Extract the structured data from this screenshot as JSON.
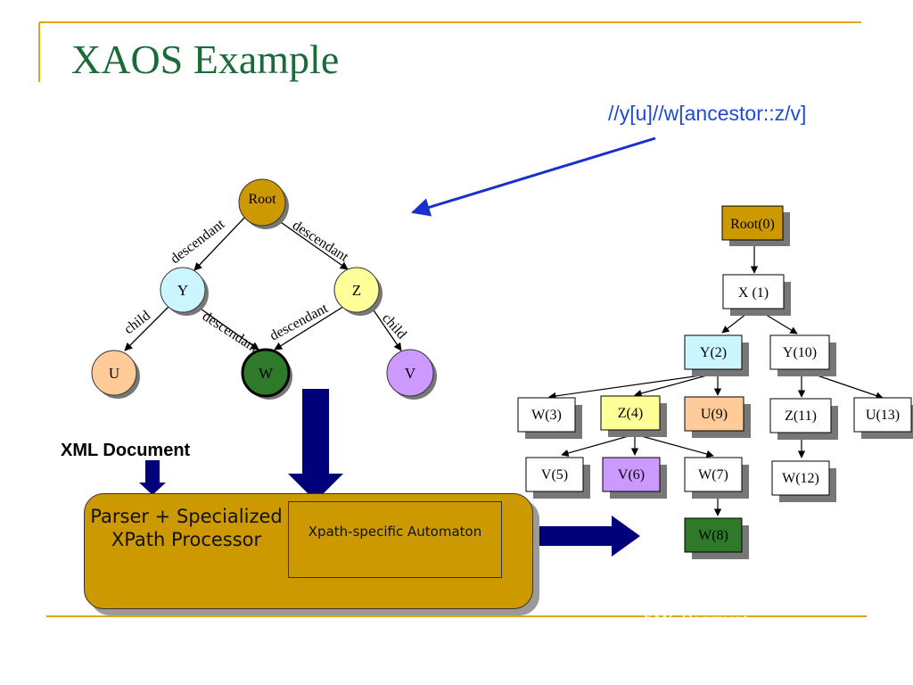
{
  "slide": {
    "title": "XAOS Example",
    "query": "//y[u]//w[ancestor::z/v]",
    "xml_document_label": "XML Document",
    "processor_label": "Parser + Specialized XPath Processor",
    "automaton_label": "Xpath-specific Automaton",
    "faded_footer_text": "XML Document"
  },
  "colors": {
    "title": "#1b6b3a",
    "query": "#1f49d6",
    "gold": "#cc9900",
    "navy": "#00007a",
    "rule": "#e0a800"
  },
  "query_tree": {
    "nodes": {
      "root": "Root",
      "y": "Y",
      "z": "Z",
      "u": "U",
      "w": "W",
      "v": "V"
    },
    "edges": {
      "root_y": "descendant",
      "root_z": "descendant",
      "y_u": "child",
      "y_w": "descendant",
      "z_w": "descendant",
      "z_v": "child"
    }
  },
  "doc_tree": {
    "nodes": {
      "root0": "Root(0)",
      "x1": "X (1)",
      "y2": "Y(2)",
      "y10": "Y(10)",
      "w3": "W(3)",
      "z4": "Z(4)",
      "u9": "U(9)",
      "z11": "Z(11)",
      "u13": "U(13)",
      "v5": "V(5)",
      "v6": "V(6)",
      "w7": "W(7)",
      "w12": "W(12)",
      "w8": "W(8)"
    }
  }
}
